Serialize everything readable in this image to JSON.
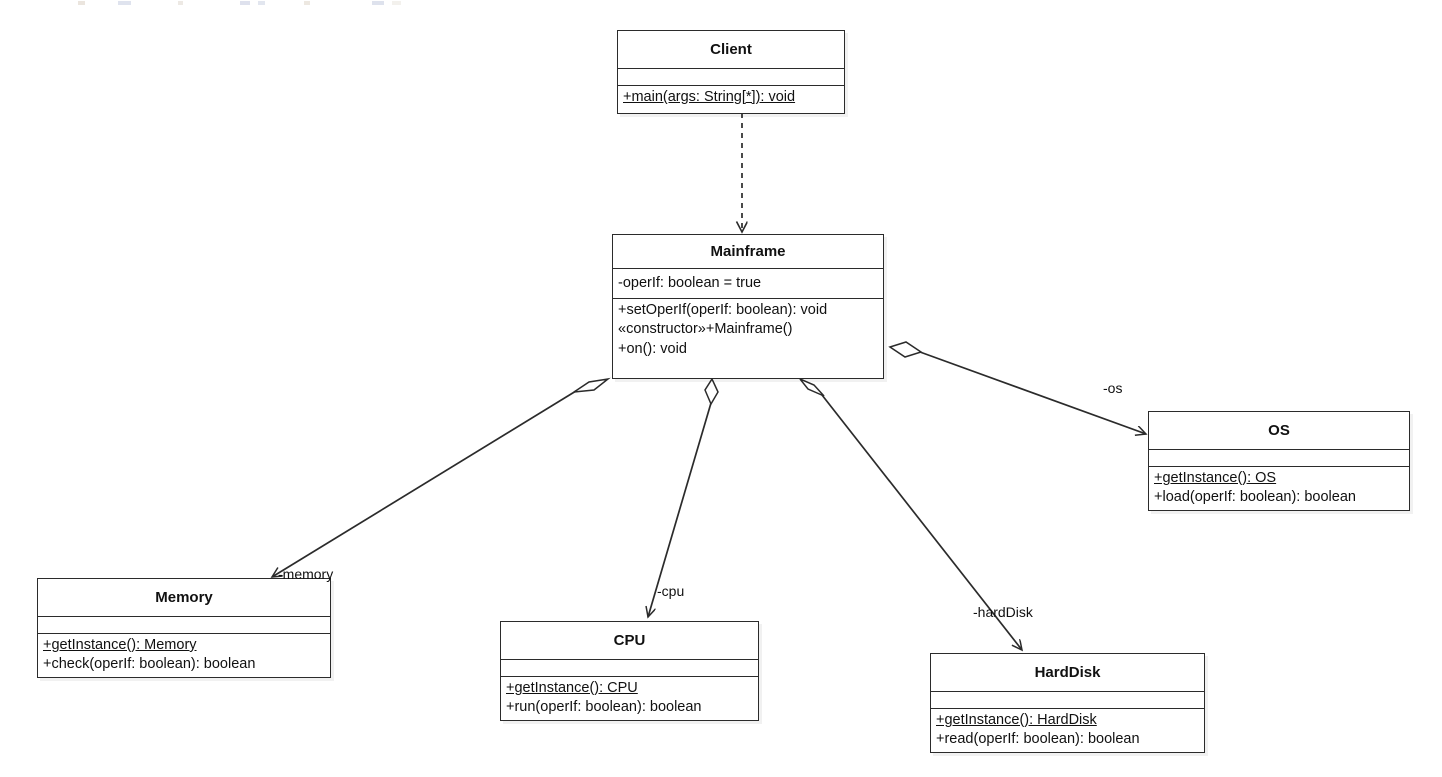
{
  "diagram": {
    "type": "uml-class-diagram",
    "background_color": "#ffffff",
    "line_color": "#2b2b2b",
    "text_color": "#111111",
    "classes": [
      {
        "id": "client",
        "name": "Client",
        "attributes": [],
        "operations": [
          {
            "text": "+main(args: String[*]): void",
            "static": true
          }
        ]
      },
      {
        "id": "mainframe",
        "name": "Mainframe",
        "attributes": [
          {
            "text": "-operIf: boolean = true",
            "static": false
          }
        ],
        "operations": [
          {
            "text": "+setOperIf(operIf: boolean): void",
            "static": false
          },
          {
            "text": "«constructor»+Mainframe()",
            "static": false
          },
          {
            "text": "+on(): void",
            "static": false
          }
        ]
      },
      {
        "id": "os",
        "name": "OS",
        "attributes": [],
        "operations": [
          {
            "text": "+getInstance(): OS",
            "static": true
          },
          {
            "text": "+load(operIf: boolean): boolean",
            "static": false
          }
        ]
      },
      {
        "id": "memory",
        "name": "Memory",
        "attributes": [],
        "operations": [
          {
            "text": "+getInstance(): Memory",
            "static": true
          },
          {
            "text": "+check(operIf: boolean): boolean",
            "static": false
          }
        ]
      },
      {
        "id": "cpu",
        "name": "CPU",
        "attributes": [],
        "operations": [
          {
            "text": "+getInstance(): CPU",
            "static": true
          },
          {
            "text": "+run(operIf: boolean): boolean",
            "static": false
          }
        ]
      },
      {
        "id": "harddisk",
        "name": "HardDisk",
        "attributes": [],
        "operations": [
          {
            "text": "+getInstance(): HardDisk",
            "static": true
          },
          {
            "text": "+read(operIf: boolean): boolean",
            "static": false
          }
        ]
      }
    ],
    "relationships": [
      {
        "id": "client-mainframe",
        "from": "Client",
        "to": "Mainframe",
        "kind": "dependency",
        "label": ""
      },
      {
        "id": "mainframe-os",
        "from": "Mainframe",
        "to": "OS",
        "kind": "aggregation",
        "label": "-os"
      },
      {
        "id": "mainframe-memory",
        "from": "Mainframe",
        "to": "Memory",
        "kind": "aggregation",
        "label": "-memory"
      },
      {
        "id": "mainframe-cpu",
        "from": "Mainframe",
        "to": "CPU",
        "kind": "aggregation",
        "label": "-cpu"
      },
      {
        "id": "mainframe-harddisk",
        "from": "Mainframe",
        "to": "HardDisk",
        "kind": "aggregation",
        "label": "-hardDisk"
      }
    ]
  }
}
